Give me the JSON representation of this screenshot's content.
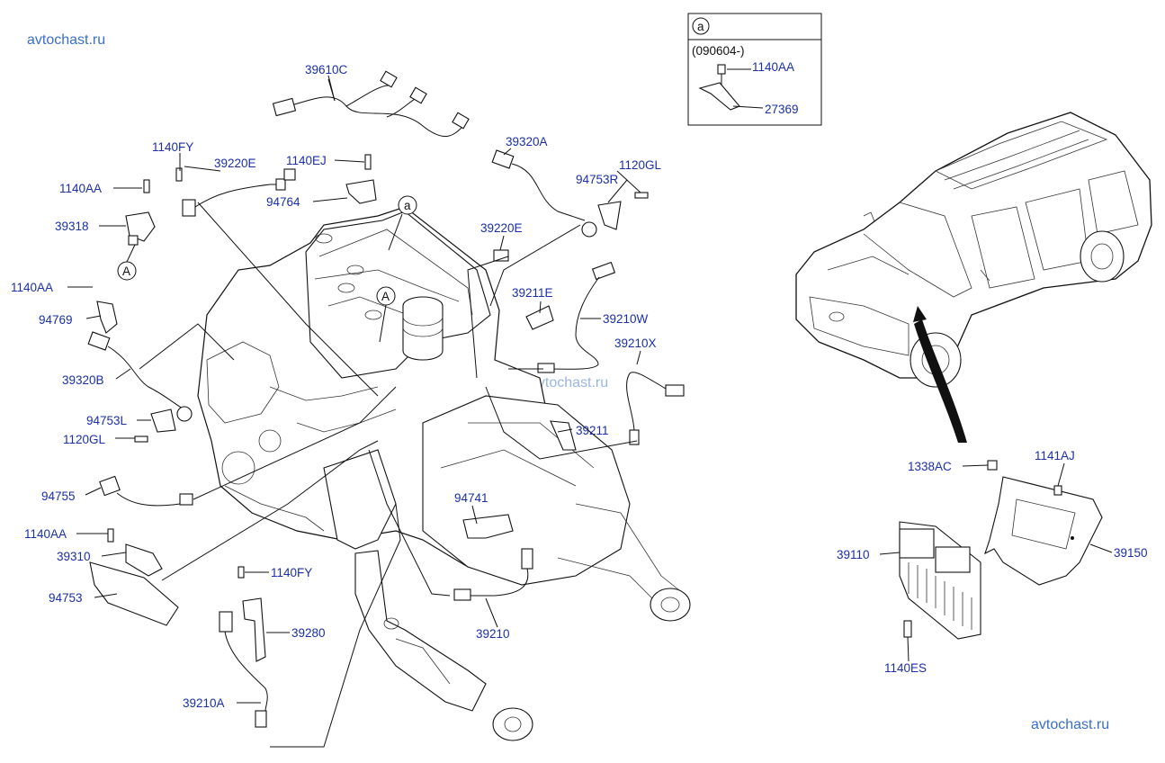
{
  "watermarks": {
    "top_left": "avtochast.ru",
    "center": "avtochast.ru",
    "bottom_right": "avtochast.ru"
  },
  "detail_box": {
    "letter": "a",
    "note": "(090604-)",
    "parts": [
      "1140AA",
      "27369"
    ]
  },
  "callouts": {
    "a": "a",
    "A_left": "A",
    "A_engine": "A"
  },
  "labels": {
    "p39610C": "39610C",
    "p39320A": "39320A",
    "p1140FY_top": "1140FY",
    "p39220E_top": "39220E",
    "p1140EJ": "1140EJ",
    "p1120GL_right": "1120GL",
    "p1140AA_top": "1140AA",
    "p94753R": "94753R",
    "p94764": "94764",
    "p39318": "39318",
    "p39220E_mid": "39220E",
    "p1140AA_left": "1140AA",
    "p39211E": "39211E",
    "p94769": "94769",
    "p39210W": "39210W",
    "p39210X": "39210X",
    "p39320B": "39320B",
    "p94753L": "94753L",
    "p1120GL_left": "1120GL",
    "p39211": "39211",
    "p94755": "94755",
    "p94741": "94741",
    "p1140AA_low": "1140AA",
    "p39310": "39310",
    "p1140FY_low": "1140FY",
    "p94753": "94753",
    "p39280": "39280",
    "p39210": "39210",
    "p39210A": "39210A",
    "p1338AC": "1338AC",
    "p1141AJ": "1141AJ",
    "p39110": "39110",
    "p39150": "39150",
    "p1140ES": "1140ES"
  }
}
